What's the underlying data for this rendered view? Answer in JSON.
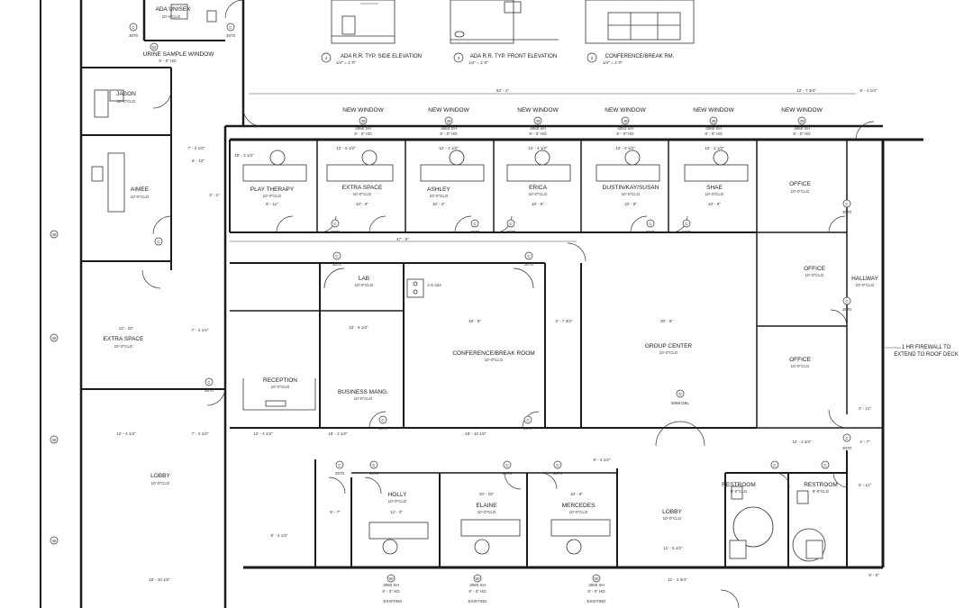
{
  "elevations": [
    {
      "num": "4",
      "title": "ADA R.R. TYP. SIDE ELEVATION",
      "scale": "1/4\" = 1'-0\""
    },
    {
      "num": "3",
      "title": "ADA R.R. TYP. FRONT ELEVATION",
      "scale": "1/4\" = 1'-0\""
    },
    {
      "num": "2",
      "title": "CONFERENCE/BREAK RM.",
      "scale": "1/4\" = 1'-0\""
    }
  ],
  "rooms": {
    "ada_unisex": "ADA UNISEX",
    "urine_window": "URINE SAMPLE WINDOW",
    "urine_window_size": "5' - 0\" HD",
    "jason": "JASON",
    "aimee": "AIMEE",
    "extra_space_left": "EXTRA SPACE",
    "lobby_left": "LOBBY",
    "play_therapy": "PLAY THERAPY",
    "extra_space_top": "EXTRA SPACE",
    "ashley": "ASHLEY",
    "erica": "ERICA",
    "dustin": "DUSTIN/KAY/SUSAN",
    "shae": "SHAE",
    "office_top": "OFFICE",
    "lab": "LAB",
    "reception": "RECEPTION",
    "business_manager": "BUSINESS MANG.",
    "conference": "CONFERENCE/BREAK ROOM",
    "group_center": "GROUP CENTER",
    "office_mid": "OFFICE",
    "office_low": "OFFICE",
    "hallway": "HALLWAY",
    "holly": "HOLLY",
    "elaine": "ELAINE",
    "mercedes": "MERCEDES",
    "lobby_right": "LOBBY",
    "restroom_a": "RESTROOM",
    "restroom_b": "RESTROOM"
  },
  "room_sub": {
    "ceiling": "10'-0\"CLG",
    "play_dims": "8' - 11\"",
    "extra_dims": "10' - 0\"",
    "ashley_dims": "10' - 2\"",
    "erica_dims": "10' - 6\"",
    "dustin_dims": "10' - 8\"",
    "shae_dims": "10' - 8\"",
    "ceiling_restroom": "8'-0\"CLG"
  },
  "windows": {
    "new_window": "NEW WINDOW",
    "size_sh": "3060 SH",
    "size_hd": "8' - 0\" HD",
    "size_alt": "3063 SH",
    "existing": "EXISTING"
  },
  "tags": {
    "w48": "48",
    "w52": "52",
    "w49": "49",
    "w50": "50",
    "door_c": "C",
    "door_d": "D",
    "door_3070": "3070",
    "door_5068": "5068 DBL"
  },
  "dimensions": {
    "d82": "82' - 1\"",
    "d12_7": "12' - 7 3/4\"",
    "d6_4": "6' - 4 1/4\"",
    "d7_2": "7' - 2 1/2\"",
    "d6_10": "6' - 10\"",
    "d18_3": "18' - 3 1/2\"",
    "d12_6": "12' - 6 1/2\"",
    "d12_4": "12' - 4 1/2\"",
    "d47_5": "47' - 5\"",
    "d3_1": "3' - 1\"",
    "d12_6b": "12' - 6 1/2\"",
    "d18_8": "18' - 8\"",
    "d2_7": "2' - 7 3/4\"",
    "d30_9": "30' - 9\"",
    "d13_10": "13' - 10\"",
    "d7_2b": "7' - 2 1/2\"",
    "d12_4b": "12' - 4 1/2\"",
    "d18_2": "18' - 2 1/2\"",
    "d18_10": "18' - 10 1/2\"",
    "d12_4c": "12' - 4 3/4\"",
    "d2_11": "2' - 11\"",
    "d4_7": "4' - 7\"",
    "d11_5": "11' - 5 1/2\"",
    "d11_2": "11' - 2 3/4\"",
    "d9_0": "9' - 0\"",
    "d8_4": "8' - 4 1/2\"",
    "d5_7": "5' - 7\"",
    "d10_10": "10' - 10\"",
    "d12_0": "12' - 0\"",
    "d10_9": "10' - 9\"",
    "d9_4": "9' - 4 1/2\""
  },
  "notes": {
    "firewall_line1": "1 HR FIREWALL TO",
    "firewall_line2": "EXTEND TO ROOF DECK",
    "lab_sink": "J-S 424"
  }
}
